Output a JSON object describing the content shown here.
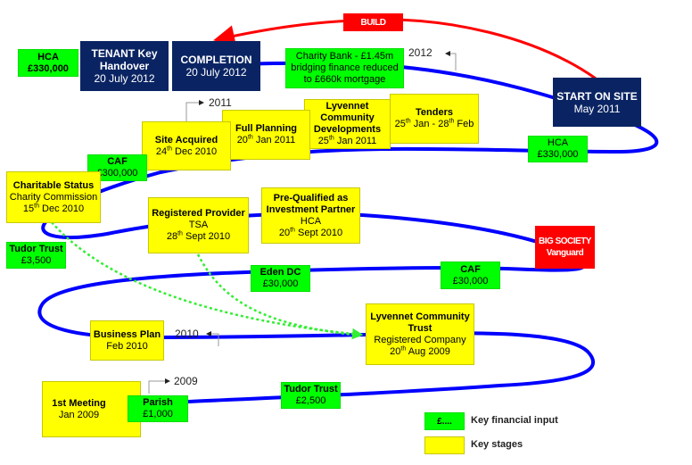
{
  "diagram": {
    "title": "Lyvennet Community Trust project timeline",
    "colors": {
      "key_stage": "#ffff00",
      "financial_input": "#00ff00",
      "milestone": "#0a2463",
      "highlight": "#ff0000",
      "timeline": "#0000ff",
      "connector": "#33ee33"
    },
    "years": [
      "2009",
      "2010",
      "2011",
      "2012"
    ],
    "build_label": "BUILD",
    "milestones": {
      "tenant_handover": {
        "title": "TENANT Key Handover",
        "date": "20 July 2012"
      },
      "completion": {
        "title": "COMPLETION",
        "date": "20 July 2012"
      },
      "start_on_site": {
        "title": "START ON SITE",
        "date": "May 2011"
      }
    },
    "big_society": {
      "title": "BIG SOCIETY",
      "subtitle": "Vanguard"
    },
    "key_stages": {
      "first_meeting": {
        "title": "1st Meeting",
        "date": "Jan 2009"
      },
      "business_plan": {
        "title": "Business Plan",
        "date": "Feb 2010"
      },
      "lct": {
        "title": "Lyvennet Community Trust",
        "sub": "Registered Company",
        "day": "20",
        "sup": "th",
        "rest": " Aug 2009"
      },
      "registered_provider": {
        "title": "Registered Provider",
        "sub": "TSA",
        "day": "28",
        "sup": "th",
        "rest": " Sept 2010"
      },
      "pre_qualified": {
        "title": "Pre-Qualified  as Investment Partner",
        "sub": "HCA",
        "day": "20",
        "sup": "th",
        "rest": " Sept 2010"
      },
      "charitable_status": {
        "title": "Charitable Status",
        "sub": "Charity Commission",
        "day": "15",
        "sup": "th",
        "rest": " Dec 2010"
      },
      "site_acquired": {
        "title": "Site Acquired",
        "day": "24",
        "sup": "th",
        "rest": " Dec 2010"
      },
      "full_planning": {
        "title": "Full Planning",
        "day": "20",
        "sup": "th",
        "rest": " Jan 2011"
      },
      "lcd": {
        "title": "Lyvennet Community Developments",
        "day": "25",
        "sup": "th",
        "rest": " Jan 2011"
      },
      "tenders": {
        "title": "Tenders",
        "day1": "25",
        "sup1": "th",
        "mid": " Jan - ",
        "day2": "28",
        "sup2": "th",
        "rest": " Feb"
      }
    },
    "financial_inputs": {
      "parish": {
        "name": "Parish",
        "amount": "£1,000"
      },
      "tudor_trust_1": {
        "name": "Tudor Trust",
        "amount": "£2,500"
      },
      "tudor_trust_2": {
        "name": "Tudor Trust",
        "amount": "£3,500"
      },
      "eden_dc": {
        "name": "Eden DC",
        "amount": "£30,000"
      },
      "caf_1": {
        "name": "CAF",
        "amount": "£30,000"
      },
      "caf_2": {
        "name": "CAF",
        "amount": "£300,000"
      },
      "hca_1": {
        "name": "HCA",
        "amount": "£330,000"
      },
      "hca_2": {
        "name": "HCA",
        "amount": "£330,000"
      },
      "charity_bank": {
        "text": "Charity Bank - £1.45m bridging finance reduced to £660k mortgage"
      }
    },
    "legend": [
      {
        "swatch_text": "£....",
        "label": "Key financial input"
      },
      {
        "swatch_text": "",
        "label": "Key stages"
      }
    ]
  }
}
